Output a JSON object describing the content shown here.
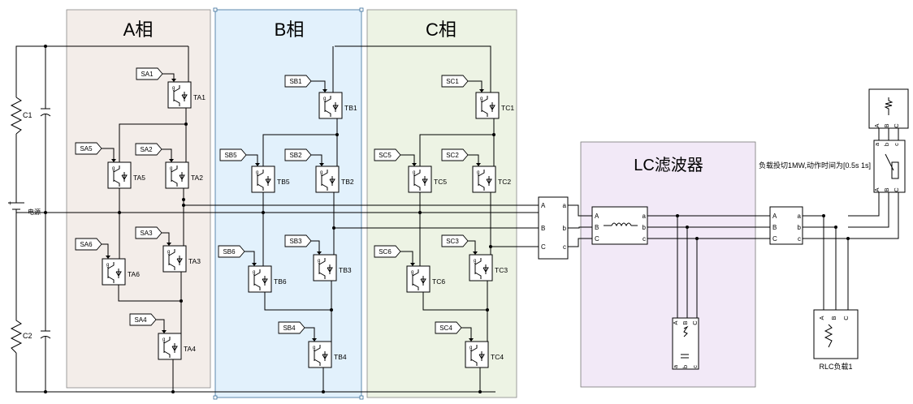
{
  "phases": {
    "a": {
      "title": "A相",
      "color": "#f3ede9"
    },
    "b": {
      "title": "B相",
      "color": "#e2f1fc"
    },
    "c": {
      "title": "C相",
      "color": "#edf3e4"
    }
  },
  "filter": {
    "title": "LC滤波器",
    "color": "#f2e9f7"
  },
  "dc_source": {
    "cap_top": "C1",
    "cap_bottom": "C2",
    "source": "电源",
    "source_sign": "+"
  },
  "tags": {
    "a": [
      "SA1",
      "SA2",
      "SA3",
      "SA4",
      "SA5",
      "SA6"
    ],
    "b": [
      "SB1",
      "SB2",
      "SB3",
      "SB4",
      "SB5",
      "SB6"
    ],
    "c": [
      "SC1",
      "SC2",
      "SC3",
      "SC4",
      "SC5",
      "SC6"
    ]
  },
  "switches": {
    "a": [
      "TA1",
      "TA2",
      "TA3",
      "TA4",
      "TA5",
      "TA6"
    ],
    "b": [
      "TB1",
      "TB2",
      "TB3",
      "TB4",
      "TB5",
      "TB6"
    ],
    "c": [
      "TC1",
      "TC2",
      "TC3",
      "TC4",
      "TC5",
      "TC6"
    ]
  },
  "igbt_pin": "g",
  "ports": {
    "upper": [
      "A",
      "B",
      "C"
    ],
    "lower": [
      "a",
      "b",
      "c"
    ]
  },
  "breaker_note": "负载投切1MW,动作时间为[0.5s 1s]",
  "rlc_load": "RLC负载1"
}
